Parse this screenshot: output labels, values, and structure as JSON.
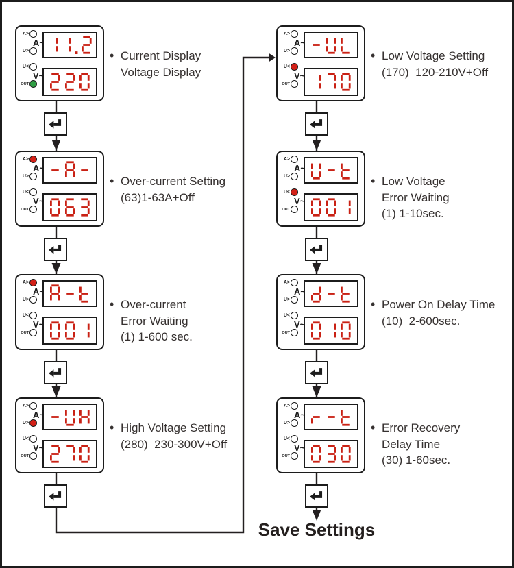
{
  "colors": {
    "digit_red": "#c92114",
    "led_red": "#d32017",
    "led_green": "#2f9e44",
    "line": "#231f20",
    "text": "#363130"
  },
  "bullet_char": "•",
  "save_label": "Save Settings",
  "panel": {
    "led_labels": [
      "A>",
      "U>",
      "U<",
      "OUT"
    ],
    "channel_top": "A~",
    "channel_bottom": "V~"
  },
  "steps": [
    {
      "id": "current-voltage-display",
      "column": "left",
      "row": 0,
      "display_top": "11.2",
      "display_bottom": "220",
      "lit_led": "OUT",
      "lit_color": "green",
      "desc": [
        "Current Display",
        "Voltage Display"
      ]
    },
    {
      "id": "over-current-setting",
      "column": "left",
      "row": 1,
      "display_top": "-A-",
      "display_bottom": "063",
      "lit_led": "A>",
      "lit_color": "red",
      "desc": [
        "Over-current Setting",
        "(63)1-63A+Off"
      ]
    },
    {
      "id": "over-current-error-waiting",
      "column": "left",
      "row": 2,
      "display_top": "A-t",
      "display_bottom": "001",
      "lit_led": "A>",
      "lit_color": "red",
      "desc": [
        "Over-current",
        "Error Waiting",
        "(1) 1-600 sec."
      ]
    },
    {
      "id": "high-voltage-setting",
      "column": "left",
      "row": 3,
      "display_top": "-UH",
      "display_bottom": "270",
      "lit_led": "U>",
      "lit_color": "red",
      "desc": [
        "High Voltage Setting",
        "(280)  230-300V+Off"
      ]
    },
    {
      "id": "low-voltage-setting",
      "column": "right",
      "row": 0,
      "display_top": "-UL",
      "display_bottom": "170",
      "lit_led": "U<",
      "lit_color": "red",
      "desc": [
        "Low Voltage Setting",
        "(170)  120-210V+Off"
      ]
    },
    {
      "id": "low-voltage-error-waiting",
      "column": "right",
      "row": 1,
      "display_top": "U-t",
      "display_bottom": "001",
      "lit_led": "U<",
      "lit_color": "red",
      "desc": [
        "Low Voltage",
        "Error Waiting",
        "(1) 1-10sec."
      ]
    },
    {
      "id": "power-on-delay-time",
      "column": "right",
      "row": 2,
      "display_top": "d-t",
      "display_bottom": "010",
      "lit_led": null,
      "lit_color": null,
      "desc": [
        "Power On Delay Time",
        "(10)  2-600sec."
      ]
    },
    {
      "id": "error-recovery-delay-time",
      "column": "right",
      "row": 3,
      "display_top": "r-t",
      "display_bottom": "030",
      "lit_led": null,
      "lit_color": null,
      "desc": [
        "Error Recovery",
        "Delay Time",
        "(30) 1-60sec."
      ]
    }
  ]
}
